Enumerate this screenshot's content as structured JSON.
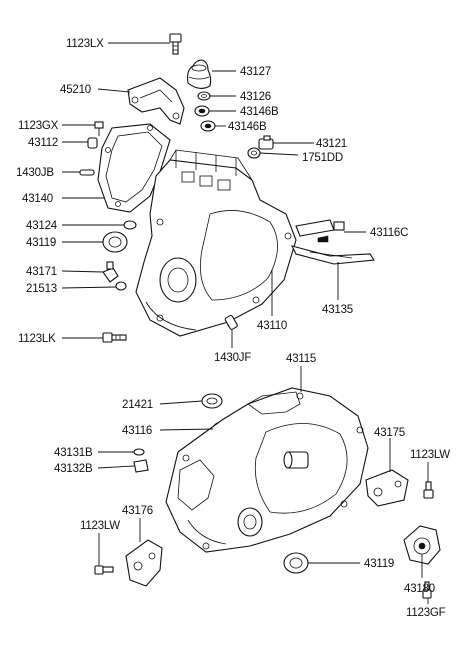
{
  "labels": {
    "p1123LX": "1123LX",
    "p43127": "43127",
    "p45210": "45210",
    "p43126": "43126",
    "p43146B_a": "43146B",
    "p43146B_b": "43146B",
    "p1123GX": "1123GX",
    "p43112": "43112",
    "p43121": "43121",
    "p1751DD": "1751DD",
    "p1430JB": "1430JB",
    "p43140": "43140",
    "p43124": "43124",
    "p43116C": "43116C",
    "p43119_a": "43119",
    "p43171": "43171",
    "p21513": "21513",
    "p43135": "43135",
    "p43110": "43110",
    "p1123LK": "1123LK",
    "p1430JF": "1430JF",
    "p43115": "43115",
    "p21421": "21421",
    "p43116": "43116",
    "p43175": "43175",
    "p1123LW_a": "1123LW",
    "p43131B": "43131B",
    "p43132B": "43132B",
    "p43176": "43176",
    "p1123LW_b": "1123LW",
    "p43119_b": "43119",
    "p43180": "43180",
    "p1123GF": "1123GF"
  }
}
